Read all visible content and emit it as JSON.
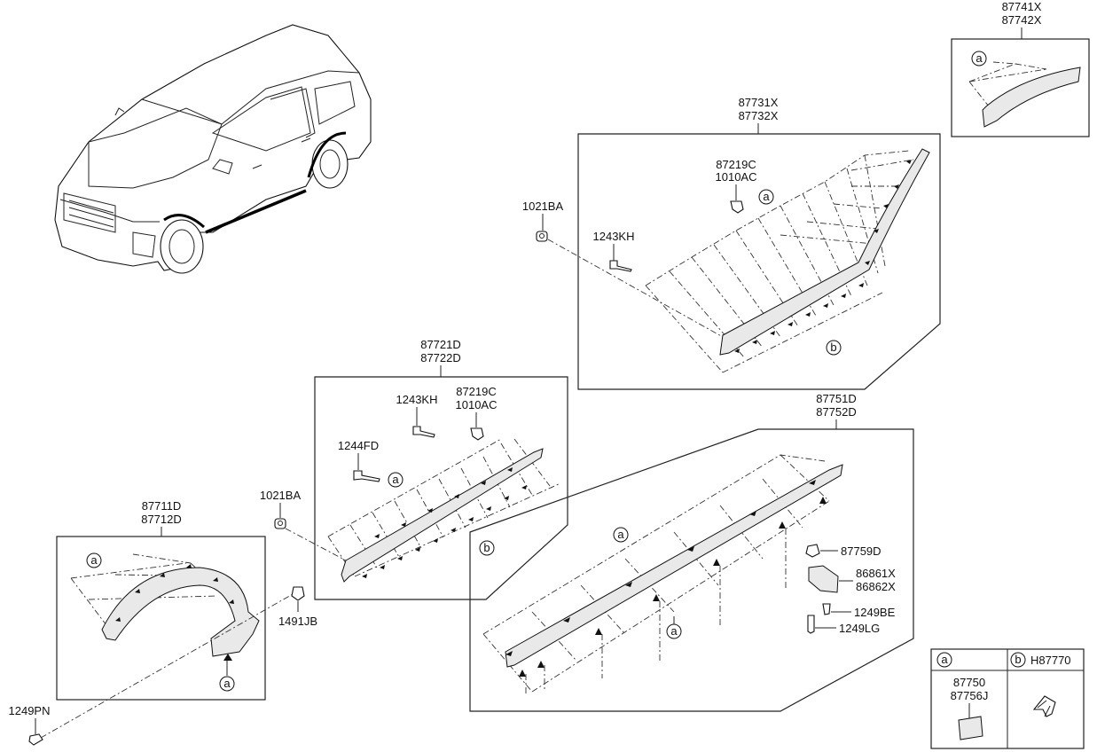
{
  "labels": {
    "p87741X": "87741X",
    "p87742X": "87742X",
    "p87731X": "87731X",
    "p87732X": "87732X",
    "p87219C_top": "87219C",
    "p1010AC_top": "1010AC",
    "p1021BA_top": "1021BA",
    "p1243KH_top": "1243KH",
    "p87721D": "87721D",
    "p87722D": "87722D",
    "p1243KH_mid": "1243KH",
    "p87219C_mid": "87219C",
    "p1010AC_mid": "1010AC",
    "p1244FD": "1244FD",
    "p1021BA_mid": "1021BA",
    "p87711D": "87711D",
    "p87712D": "87712D",
    "p1491JB": "1491JB",
    "p1249PN": "1249PN",
    "p87751D": "87751D",
    "p87752D": "87752D",
    "p87759D": "87759D",
    "p86861X": "86861X",
    "p86862X": "86862X",
    "p1249BE": "1249BE",
    "p1249LG": "1249LG"
  },
  "callout": "a",
  "callout_b": "b",
  "legend": {
    "a_letter": "a",
    "b_letter": "b",
    "b_part": "H87770",
    "a_part1": "87750",
    "a_part2": "87756J"
  }
}
